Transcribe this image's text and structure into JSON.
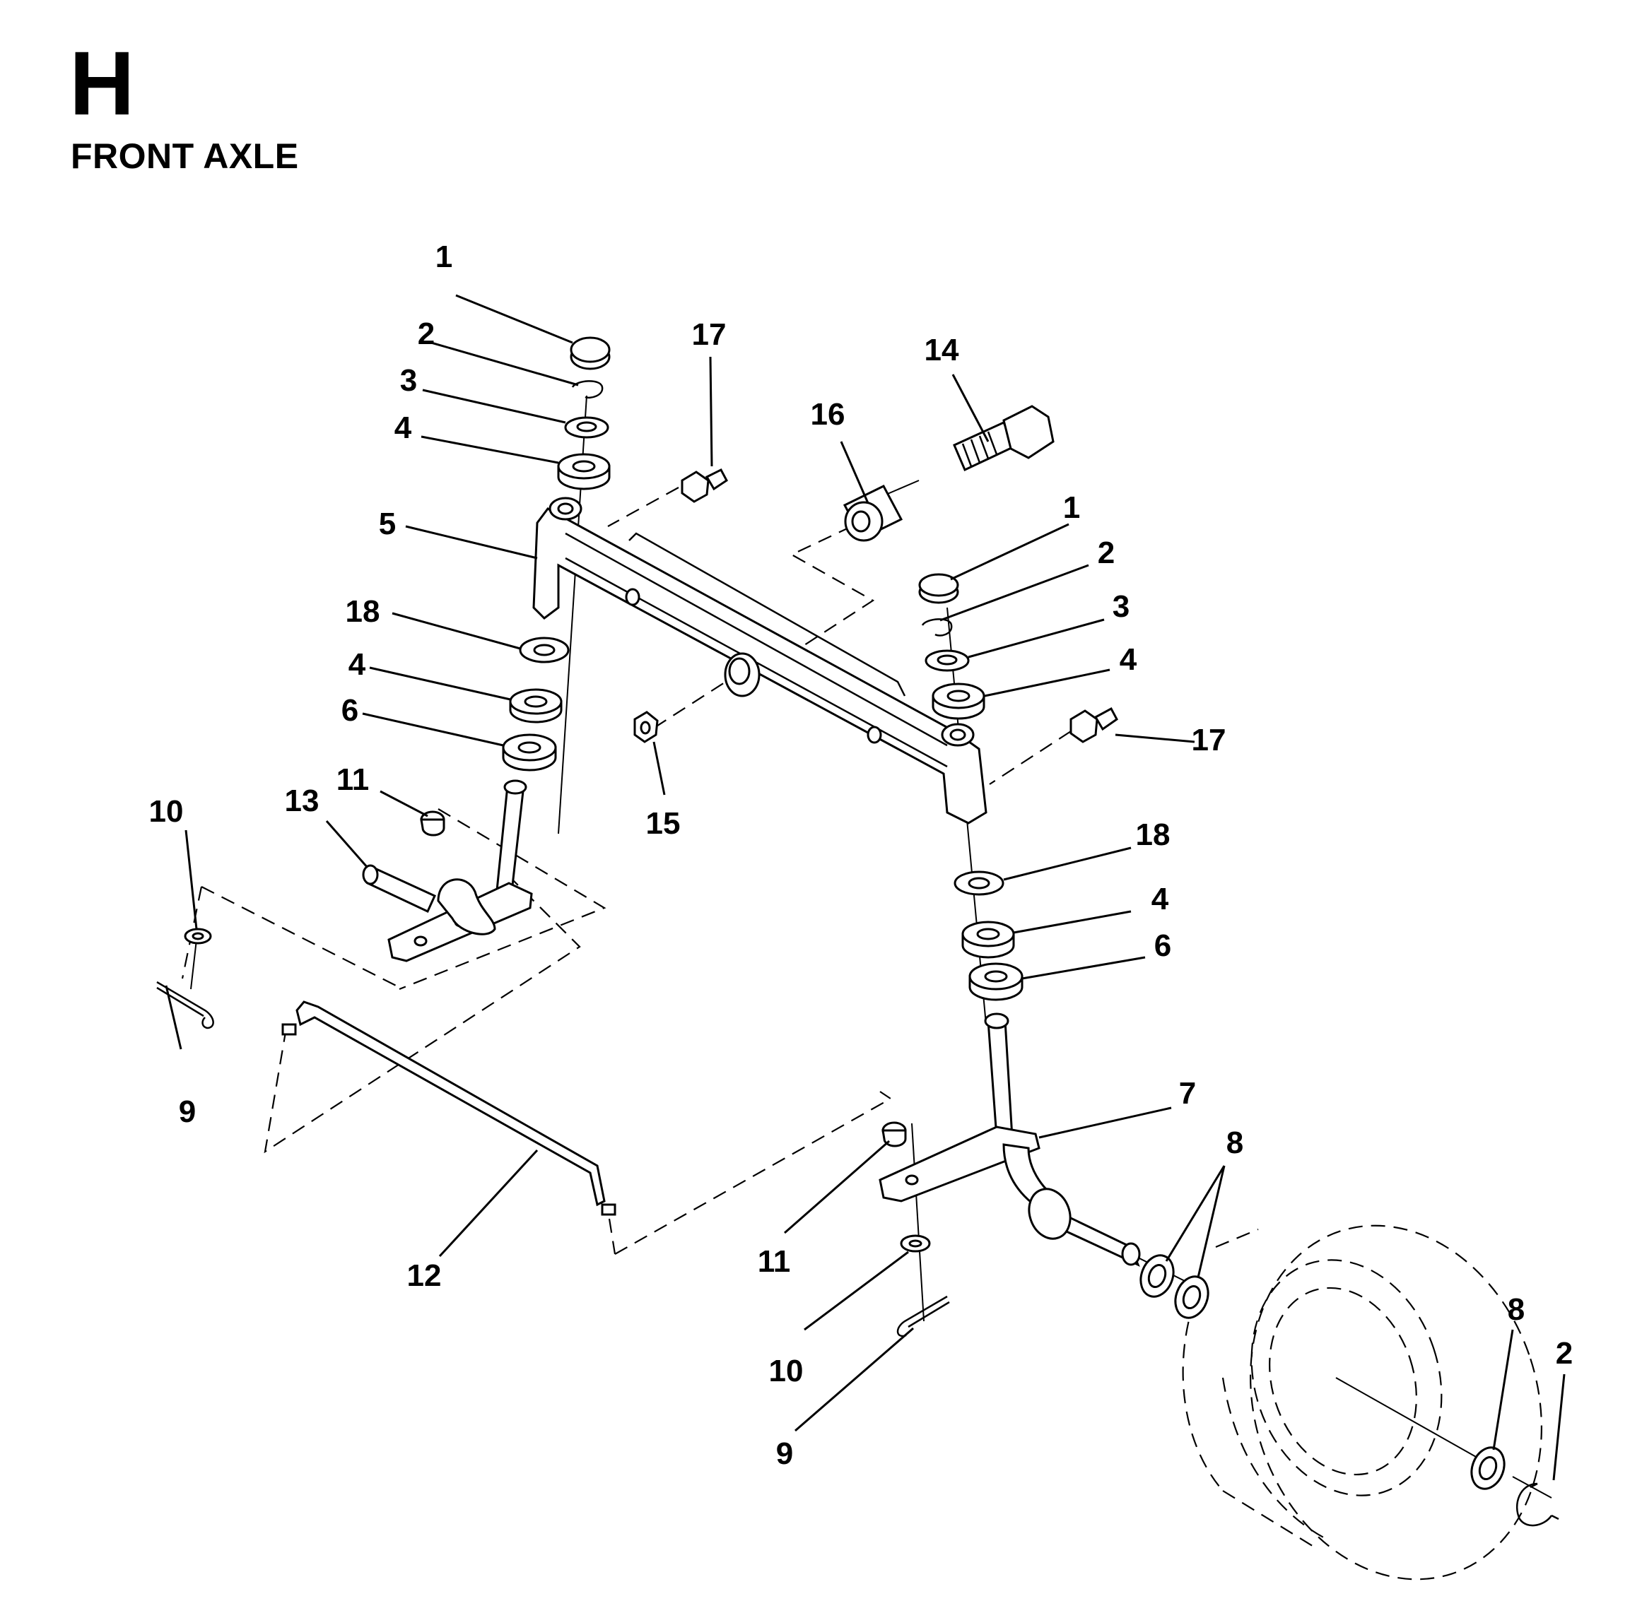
{
  "page": {
    "section_letter": "H",
    "section_title": "FRONT AXLE"
  },
  "callouts": [
    {
      "id": "c1a",
      "label": "1"
    },
    {
      "id": "c2a",
      "label": "2"
    },
    {
      "id": "c3a",
      "label": "3"
    },
    {
      "id": "c4a",
      "label": "4"
    },
    {
      "id": "c5",
      "label": "5"
    },
    {
      "id": "c18a",
      "label": "18"
    },
    {
      "id": "c4b",
      "label": "4"
    },
    {
      "id": "c6a",
      "label": "6"
    },
    {
      "id": "c11a",
      "label": "11"
    },
    {
      "id": "c13",
      "label": "13"
    },
    {
      "id": "c10a",
      "label": "10"
    },
    {
      "id": "c9a",
      "label": "9"
    },
    {
      "id": "c12",
      "label": "12"
    },
    {
      "id": "c17a",
      "label": "17"
    },
    {
      "id": "c14",
      "label": "14"
    },
    {
      "id": "c16",
      "label": "16"
    },
    {
      "id": "c15",
      "label": "15"
    },
    {
      "id": "c1b",
      "label": "1"
    },
    {
      "id": "c2b",
      "label": "2"
    },
    {
      "id": "c3b",
      "label": "3"
    },
    {
      "id": "c4c",
      "label": "4"
    },
    {
      "id": "c17b",
      "label": "17"
    },
    {
      "id": "c18b",
      "label": "18"
    },
    {
      "id": "c4d",
      "label": "4"
    },
    {
      "id": "c6b",
      "label": "6"
    },
    {
      "id": "c7",
      "label": "7"
    },
    {
      "id": "c8a",
      "label": "8"
    },
    {
      "id": "c11b",
      "label": "11"
    },
    {
      "id": "c10b",
      "label": "10"
    },
    {
      "id": "c9b",
      "label": "9"
    },
    {
      "id": "c8b",
      "label": "8"
    },
    {
      "id": "c2c",
      "label": "2"
    }
  ]
}
